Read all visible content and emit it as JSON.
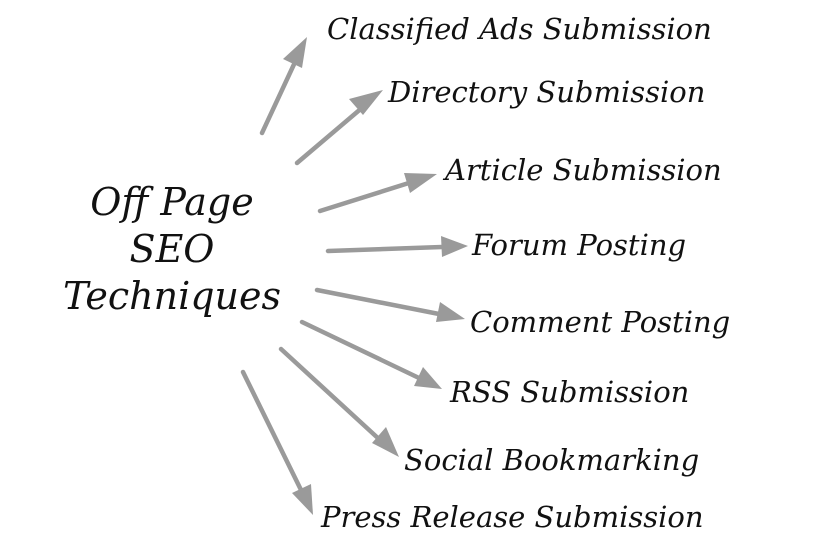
{
  "central": {
    "lines": [
      "Off Page",
      "SEO",
      "Techniques"
    ]
  },
  "branches": [
    "Classified Ads Submission",
    "Directory Submission",
    "Article Submission",
    "Forum Posting",
    "Comment Posting",
    "RSS Submission",
    "Social Bookmarking",
    "Press Release Submission"
  ],
  "colors": {
    "arrow": "#9a9a9a",
    "text": "#111111",
    "background": "#ffffff"
  }
}
